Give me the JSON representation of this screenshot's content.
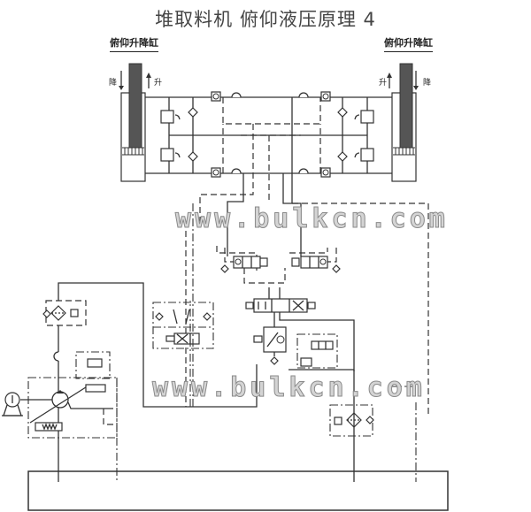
{
  "title": "堆取料机 俯仰液压原理 4",
  "left_cylinder": {
    "label": "俯仰升降缸",
    "down_label": "降",
    "up_label": "升"
  },
  "right_cylinder": {
    "label": "俯仰升降缸",
    "up_label": "升",
    "down_label": "降"
  },
  "watermarks": [
    "www.bulkcn.com",
    "www.bulkcn.com"
  ],
  "colors": {
    "line": "#333333",
    "rod": "#555555",
    "watermark": "#9a9a9a"
  }
}
